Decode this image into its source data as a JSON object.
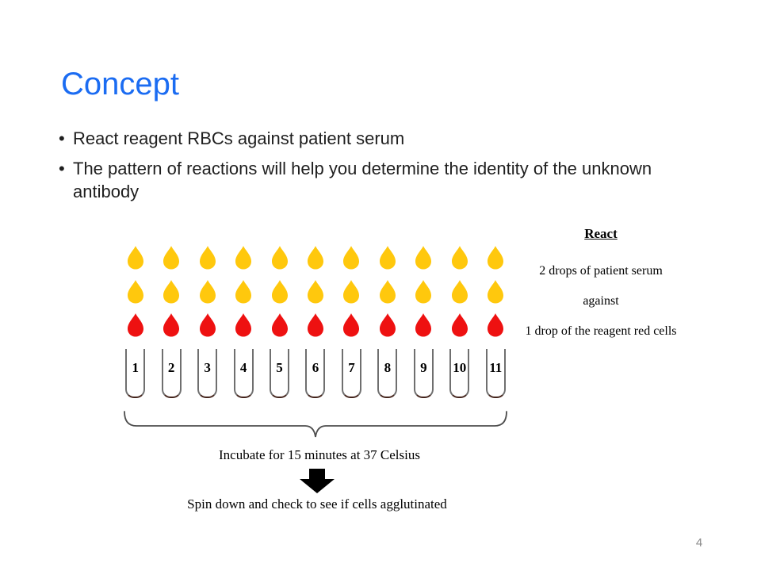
{
  "slide": {
    "title": "Concept",
    "bullets": [
      "React reagent RBCs against patient serum",
      "The pattern of reactions will help you determine the identity of the unknown antibody"
    ],
    "bullet_marker": "•",
    "page_number": "4"
  },
  "diagram": {
    "drop_rows": [
      {
        "name": "serum-drop-row-1",
        "icon": "serum-drop-icon",
        "color": "#FFC80D",
        "count": 11
      },
      {
        "name": "serum-drop-row-2",
        "icon": "serum-drop-icon",
        "color": "#FFC80D",
        "count": 11
      },
      {
        "name": "red-cell-drop-row",
        "icon": "red-cell-drop-icon",
        "color": "#EE1111",
        "count": 11
      }
    ],
    "tube_numbers": [
      "1",
      "2",
      "3",
      "4",
      "5",
      "6",
      "7",
      "8",
      "9",
      "10",
      "11"
    ],
    "side_note": {
      "heading": "React",
      "line1": "2 drops of patient serum",
      "line2": "against",
      "line3": "1 drop of the reagent red cells"
    },
    "incubate_label": "Incubate for 15 minutes at 37 Celsius",
    "spin_label": "Spin down and check to see if cells agglutinated"
  },
  "colors": {
    "title_blue": "#1b6cf2",
    "serum_drop": "#FFC80D",
    "red_drop": "#EE1111",
    "brace": "#4d4d4d",
    "arrow": "#000000"
  }
}
